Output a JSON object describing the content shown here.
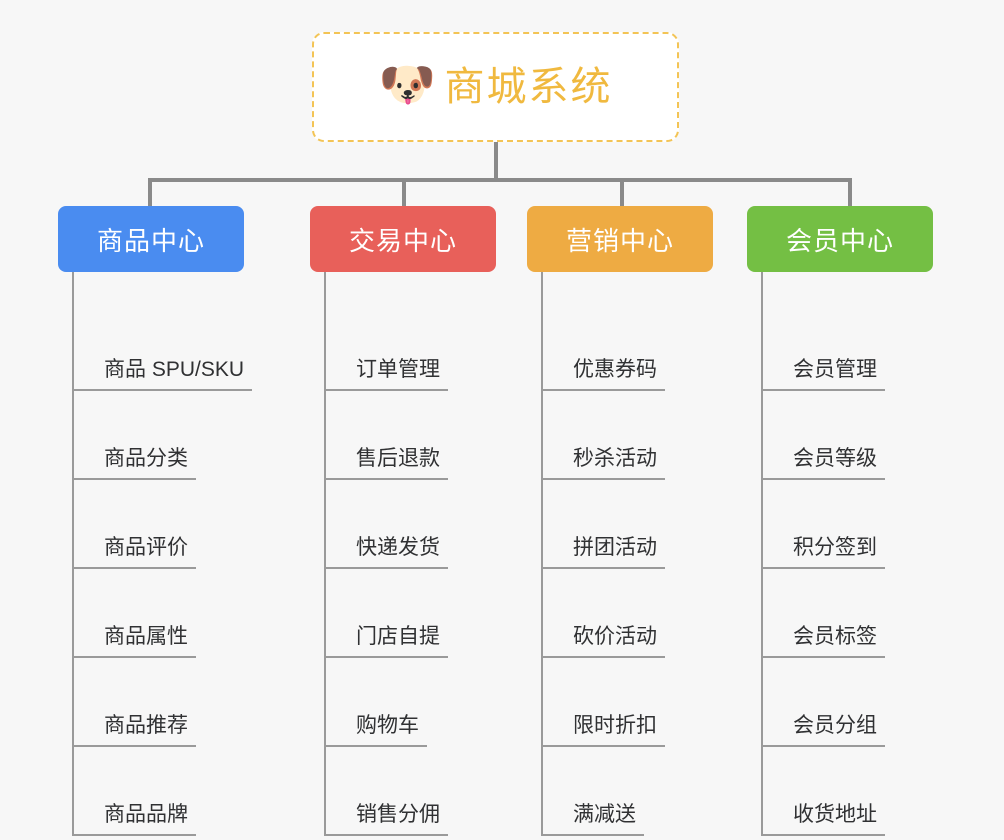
{
  "background_color": "#f7f7f7",
  "root": {
    "icon": "dog-face-emoji",
    "emoji": "🐶",
    "title": "商城系统",
    "title_color": "#f0b93f",
    "border_color": "#f3c455",
    "background": "#ffffff"
  },
  "connector_color": "#8a8a8a",
  "columns": [
    {
      "id": "product-center",
      "label": "商品中心",
      "color": "#4a8cf0",
      "items": [
        "商品 SPU/SKU",
        "商品分类",
        "商品评价",
        "商品属性",
        "商品推荐",
        "商品品牌"
      ]
    },
    {
      "id": "trade-center",
      "label": "交易中心",
      "color": "#e8605a",
      "items": [
        "订单管理",
        "售后退款",
        "快递发货",
        "门店自提",
        "购物车",
        "销售分佣"
      ]
    },
    {
      "id": "marketing-center",
      "label": "营销中心",
      "color": "#eeab43",
      "items": [
        "优惠券码",
        "秒杀活动",
        "拼团活动",
        "砍价活动",
        "限时折扣",
        "满减送"
      ]
    },
    {
      "id": "member-center",
      "label": "会员中心",
      "color": "#74bf44",
      "items": [
        "会员管理",
        "会员等级",
        "积分签到",
        "会员标签",
        "会员分组",
        "收货地址"
      ]
    }
  ]
}
